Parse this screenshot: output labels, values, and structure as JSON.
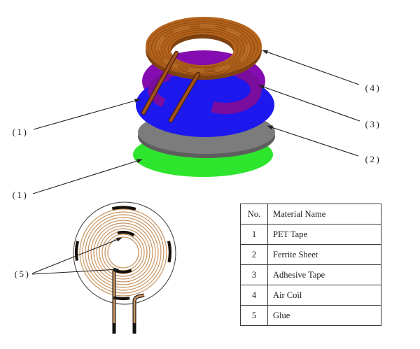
{
  "callouts": {
    "c1_top": {
      "label": "(1)",
      "points_to": "pet-tape-blue-layer"
    },
    "c1_bottom": {
      "label": "(1)",
      "points_to": "pet-tape-green-layer"
    },
    "c2": {
      "label": "(2)",
      "points_to": "ferrite-sheet-layer"
    },
    "c3": {
      "label": "(3)",
      "points_to": "adhesive-tape-layer"
    },
    "c4": {
      "label": "(4)",
      "points_to": "air-coil"
    },
    "c5": {
      "label": "(5)",
      "points_to": "glue-marks"
    }
  },
  "table": {
    "header": {
      "no": "No.",
      "material": "Material Name"
    },
    "rows": [
      {
        "no": "1",
        "name": "PET Tape"
      },
      {
        "no": "2",
        "name": "Ferrite Sheet"
      },
      {
        "no": "3",
        "name": "Adhesive Tape"
      },
      {
        "no": "4",
        "name": "Air Coil"
      },
      {
        "no": "5",
        "name": "Glue"
      }
    ]
  },
  "colors": {
    "coil_copper": "#B4631C",
    "coil_rim": "#7E4110",
    "coil_line": "#7A3D0C",
    "coil_streak": "#D0913E",
    "lead_copper": "#A5521C",
    "lead_edge": "#42230A",
    "adhesive_purple": "#850CB0",
    "adhesive_purple_dark": "#7A0C9E",
    "pet_blue": "#1C18EE",
    "ferrite_gray": "#7C7C7C",
    "ferrite_gray_dark": "#5E5E5E",
    "pet_green": "#2EE52E",
    "winding_tan": "#C7925F",
    "glue_mark": "#17100A",
    "line_black": "#222222",
    "table_border": "#3A3A3A",
    "text": "#1A1A1A",
    "background": "#FFFFFF"
  }
}
